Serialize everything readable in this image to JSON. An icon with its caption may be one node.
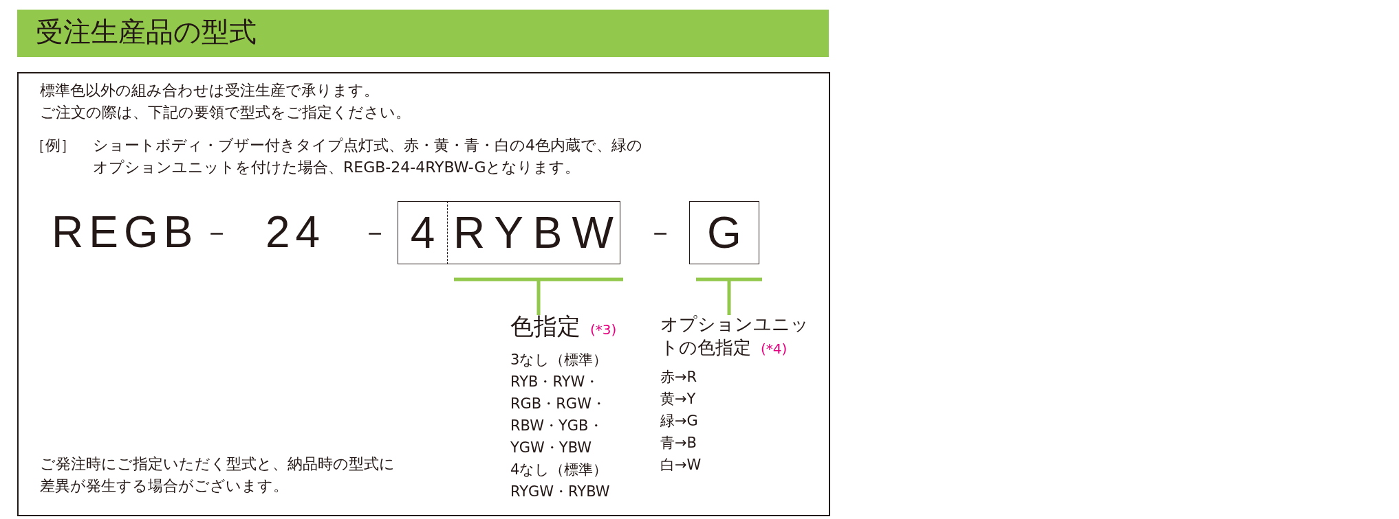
{
  "diagram": {
    "title": "受注生産品の型式",
    "nodes": [
      {
        "text": [
          "4"
        ]
      },
      {
        "text": [
          "RYBW"
        ]
      },
      {
        "text": [
          "G"
        ]
      },
      {
        "text": [
          "色指定",
          "(*3)",
          "3なし（標準）",
          "RYB・RYW・RGB・RGW・RBW・YGB・YGW・YBW",
          "4なし（標準）",
          "RYGW・RYBW"
        ]
      },
      {
        "text": [
          "オプションユニットの色指定",
          "(*4)",
          "赤→R",
          "黄→Y",
          "緑→G",
          "青→B",
          "白→W"
        ]
      }
    ],
    "edges": [
      {
        "from": 3,
        "to": 1,
        "arrow": "none",
        "color": "#92c84b"
      },
      {
        "from": 4,
        "to": 2,
        "arrow": "none",
        "color": "#92c84b"
      }
    ],
    "labels": [
      "標準色以外の組み合わせは受注生産で承ります。",
      "ご注文の際は、下記の要領で型式をご指定ください。",
      "［例］",
      "ショートボディ・ブザー付きタイプ点灯式、赤・黄・青・白の4色内蔵で、緑のオプションユニットを付けた場合、REGB-24-4RYBW-Gとなります。",
      "REGB",
      "－",
      "24",
      "－",
      "－",
      "ご発注時にご指定いただく型式と、納品時の型式に差異が発生する場合がございます。"
    ]
  }
}
